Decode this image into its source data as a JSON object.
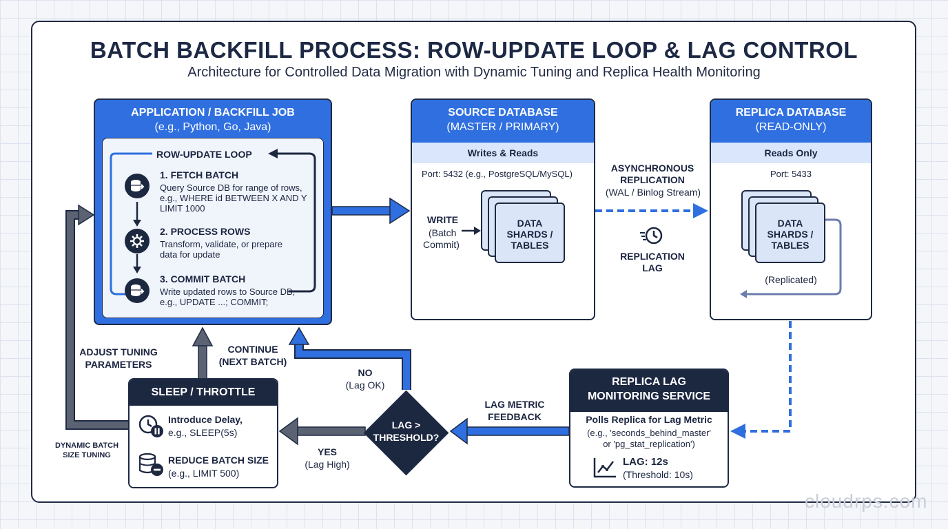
{
  "title": "BATCH BACKFILL PROCESS: ROW-UPDATE LOOP & LAG CONTROL",
  "subtitle": "Architecture for Controlled Data Migration with Dynamic Tuning and Replica Health Monitoring",
  "app_job": {
    "title": "APPLICATION / BACKFILL JOB",
    "subtitle": "(e.g., Python, Go, Java)",
    "loop_label": "ROW-UPDATE LOOP",
    "steps": [
      {
        "title": "1. FETCH BATCH",
        "line1": "Query Source DB for range of rows,",
        "line2": "e.g., WHERE id BETWEEN X AND Y",
        "line3": "LIMIT 1000",
        "icon": "database-icon"
      },
      {
        "title": "2. PROCESS ROWS",
        "line1": "Transform, validate, or prepare",
        "line2": "data for update",
        "line3": "",
        "icon": "gear-icon"
      },
      {
        "title": "3. COMMIT BATCH",
        "line1": "Write updated rows to Source DB,",
        "line2": "e.g., UPDATE ...; COMMIT;",
        "line3": "",
        "icon": "database-icon"
      }
    ]
  },
  "source_db": {
    "title": "SOURCE DATABASE",
    "subtitle": "(MASTER / PRIMARY)",
    "band": "Writes & Reads",
    "port": "Port: 5432 (e.g., PostgreSQL/MySQL)",
    "write_title": "WRITE",
    "write_sub1": "(Batch",
    "write_sub2": "Commit)",
    "shards_l1": "DATA",
    "shards_l2": "SHARDS /",
    "shards_l3": "TABLES"
  },
  "replica_db": {
    "title": "REPLICA DATABASE",
    "subtitle": "(READ-ONLY)",
    "band": "Reads Only",
    "port": "Port: 5433",
    "shards_l1": "DATA",
    "shards_l2": "SHARDS /",
    "shards_l3": "TABLES",
    "replicated": "(Replicated)"
  },
  "replication": {
    "title_l1": "ASYNCHRONOUS",
    "title_l2": "REPLICATION",
    "stream": "(WAL / Binlog Stream)",
    "lag_l1": "REPLICATION",
    "lag_l2": "LAG"
  },
  "monitor": {
    "title_l1": "REPLICA LAG",
    "title_l2": "MONITORING SERVICE",
    "polls": "Polls Replica for Lag Metric",
    "eg1": "(e.g., 'seconds_behind_master'",
    "eg2": "or 'pg_stat_replication')",
    "lag_value": "LAG: 12s",
    "threshold": "(Threshold: 10s)"
  },
  "decision": {
    "l1": "LAG >",
    "l2": "THRESHOLD?",
    "no_title": "NO",
    "no_sub": "(Lag OK)",
    "yes_title": "YES",
    "yes_sub": "(Lag High)",
    "feedback_l1": "LAG METRIC",
    "feedback_l2": "FEEDBACK"
  },
  "throttle": {
    "title": "SLEEP / THROTTLE",
    "delay_title": "Introduce Delay,",
    "delay_sub": "e.g., SLEEP(5s)",
    "reduce_title": "REDUCE BATCH SIZE",
    "reduce_sub": "(e.g., LIMIT 500)"
  },
  "labels": {
    "continue_l1": "CONTINUE",
    "continue_l2": "(NEXT BATCH)",
    "adjust_l1": "ADJUST TUNING",
    "adjust_l2": "PARAMETERS",
    "dyn_l1": "DYNAMIC BATCH",
    "dyn_l2": "SIZE TUNING"
  },
  "watermark": "cloudrps.com",
  "colors": {
    "accent": "#2f6fe0",
    "dark": "#1c2740",
    "band": "#d9e6fb",
    "grey_arrow": "#5b6372"
  }
}
